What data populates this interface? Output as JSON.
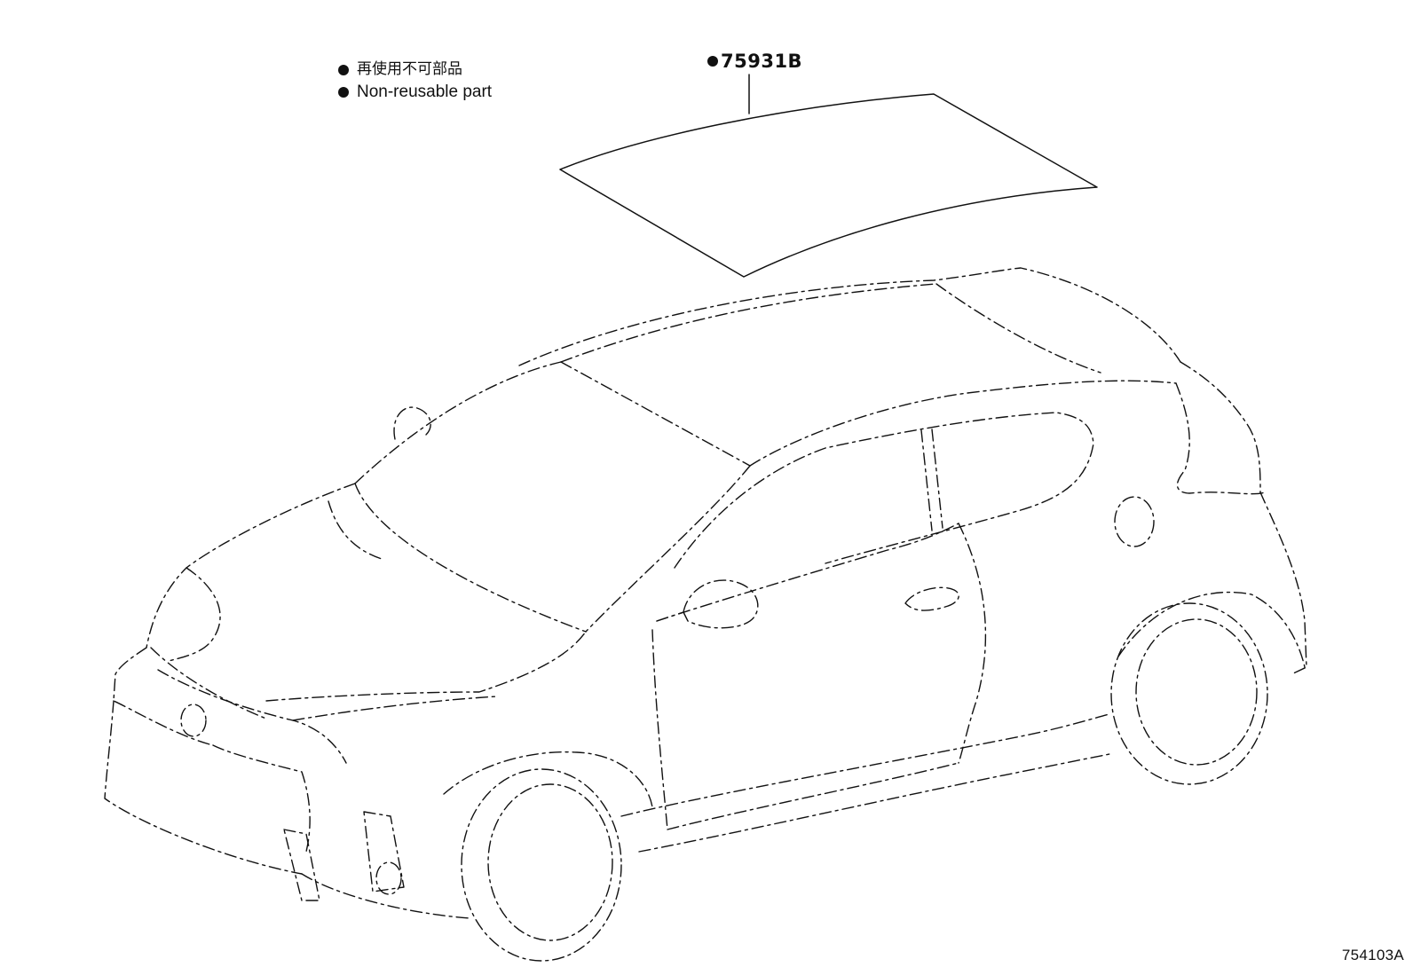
{
  "legend": {
    "items": [
      {
        "label": "再使用不可部品"
      },
      {
        "label": "Non-reusable part"
      }
    ]
  },
  "callout": {
    "part_number": "75931B",
    "non_reusable": true
  },
  "diagram_id": "754103A"
}
